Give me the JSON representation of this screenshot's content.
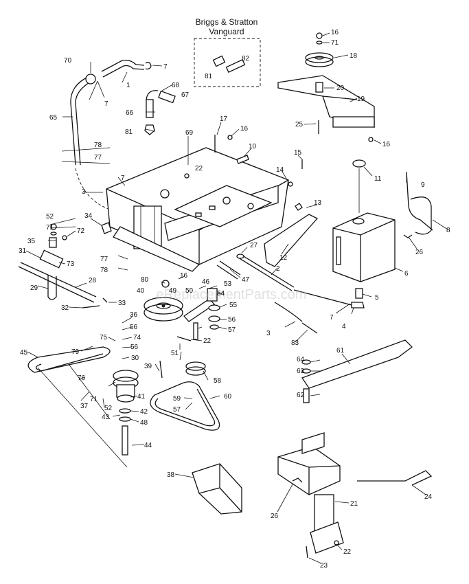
{
  "header": {
    "line1": "Briggs & Stratton",
    "line2": "Vanguard"
  },
  "watermark": "eReplacementParts.com",
  "callouts": [
    "1",
    "2",
    "3",
    "4",
    "5",
    "6",
    "7",
    "8",
    "9",
    "10",
    "11",
    "12",
    "13",
    "14",
    "15",
    "16",
    "17",
    "18",
    "19",
    "20",
    "21",
    "22",
    "23",
    "24",
    "25",
    "26",
    "27",
    "28",
    "29",
    "30",
    "31",
    "32",
    "33",
    "34",
    "35",
    "36",
    "37",
    "38",
    "39",
    "40",
    "41",
    "42",
    "43",
    "44",
    "45",
    "46",
    "47",
    "48",
    "49",
    "50",
    "51",
    "52",
    "53",
    "54",
    "55",
    "56",
    "57",
    "58",
    "59",
    "60",
    "61",
    "62",
    "63",
    "64",
    "65",
    "66",
    "67",
    "68",
    "69",
    "70",
    "71",
    "72",
    "73",
    "74",
    "75",
    "76",
    "77",
    "78",
    "79",
    "80",
    "81",
    "82",
    "83"
  ]
}
